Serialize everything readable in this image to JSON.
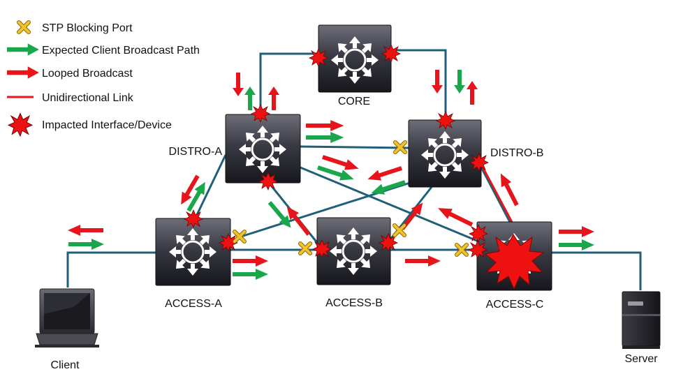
{
  "legend": {
    "stp_blocking_port": "STP Blocking Port",
    "expected_path": "Expected Client Broadcast Path",
    "looped_broadcast": "Looped Broadcast",
    "unidirectional_link": "Unidirectional Link",
    "impacted": "Impacted Interface/Device"
  },
  "devices": {
    "core": "CORE",
    "distro_a": "DISTRO-A",
    "distro_b": "DISTRO-B",
    "access_a": "ACCESS-A",
    "access_b": "ACCESS-B",
    "access_c": "ACCESS-C",
    "client": "Client",
    "server": "Server"
  },
  "colors": {
    "link": "#1f5f7a",
    "green": "#1aa64a",
    "red": "#e8141b",
    "blocking": "#f2c12e",
    "switch_top": "#6a6a74",
    "switch_bottom": "#1c1c24"
  }
}
